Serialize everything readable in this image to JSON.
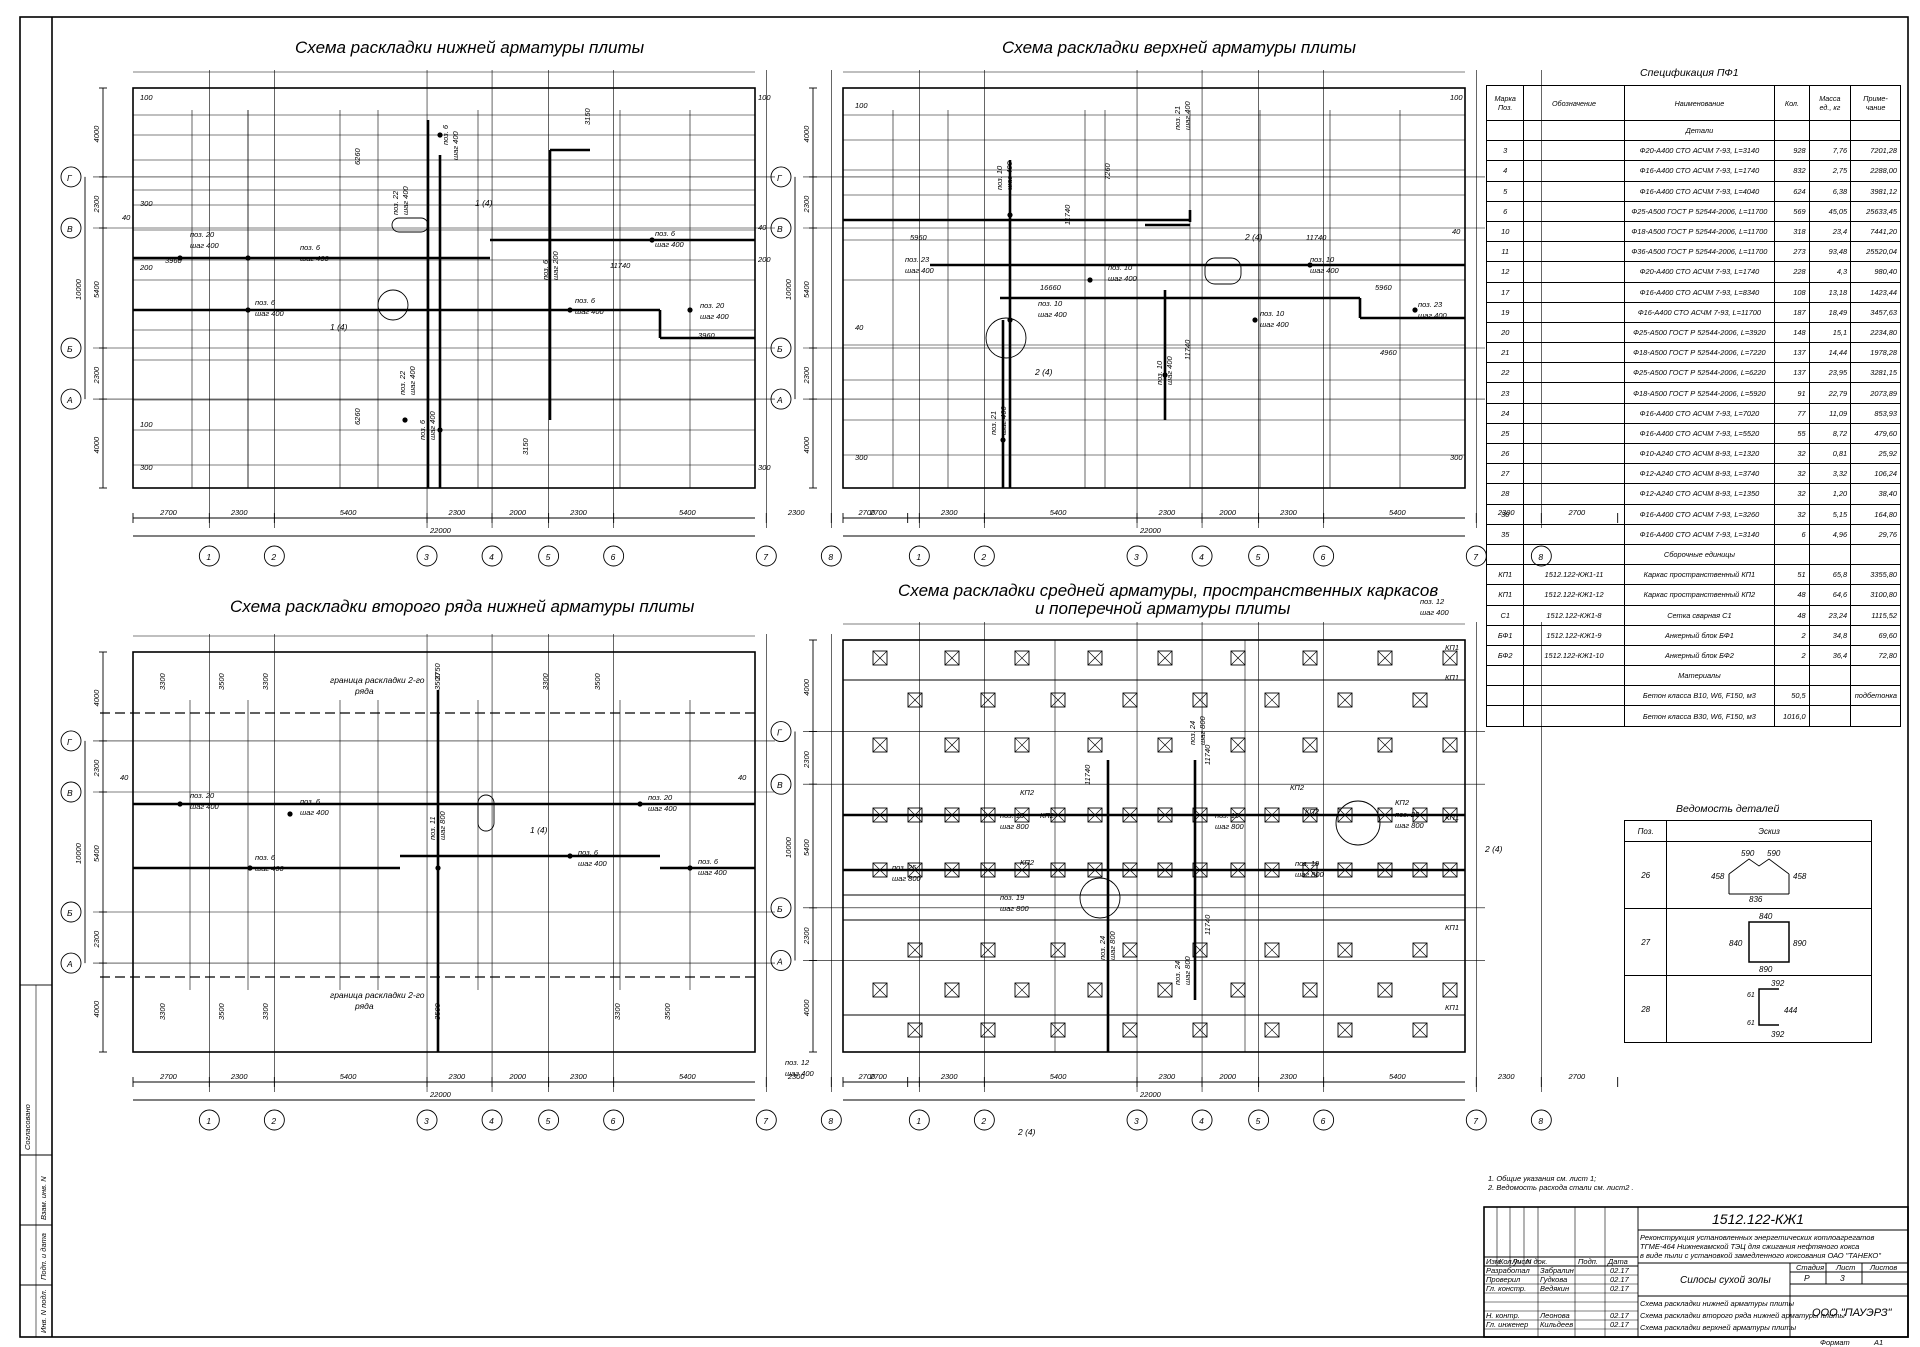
{
  "titles": {
    "bottom_reinf": "Схема раскладки нижней арматуры плиты",
    "top_reinf": "Схема раскладки верхней арматуры плиты",
    "second_row": "Схема раскладки второго ряда нижней арматуры плиты",
    "middle_reinf_1": "Схема раскладки средней арматуры, пространственных каркасов",
    "middle_reinf_2": "и поперечной арматуры плиты"
  },
  "axes": {
    "rows": [
      "Г",
      "В",
      "Б",
      "А"
    ],
    "cols": [
      "1",
      "2",
      "3",
      "4",
      "5",
      "6",
      "7",
      "8"
    ],
    "col_spacing": [
      "2700",
      "2300",
      "5400",
      "2300",
      "2000",
      "2300",
      "5400",
      "2300",
      "2700"
    ],
    "total_width": "22000",
    "row_spacing": [
      "4000",
      "2300",
      "5400",
      "2300",
      "4000"
    ],
    "total_height": "10000"
  },
  "labels": {
    "pos20": "поз. 20",
    "pos6": "поз. 6",
    "pos22": "поз. 22",
    "pos23": "поз. 23",
    "pos10": "поз. 10",
    "pos21": "поз. 21",
    "pos11": "поз. 11",
    "pos19": "поз. 19",
    "pos25": "поз. 25",
    "pos24": "поз. 24",
    "pos12": "поз. 12",
    "step400": "шаг 400",
    "step200": "шаг 200",
    "step800": "шаг 800",
    "node14": "1 (4)",
    "node24": "2 (4)",
    "kp1": "КП1",
    "kp2": "КП2",
    "border_row": "граница раскладки 2-го",
    "border_row2": "ряда",
    "d11740": "11740",
    "d3960": "3960",
    "d5960": "5960",
    "d16660": "16660",
    "d4960": "4960",
    "d6260": "6260",
    "d3150": "3150",
    "d7260": "7260",
    "d100": "100",
    "d300": "300",
    "d40": "40",
    "d200": "200",
    "d3300": "3300",
    "d3500": "3500",
    "d3750": "3750"
  },
  "spec": {
    "title": "Спецификация ПФ1",
    "headers": [
      "Марка Поз.",
      "Обозначение",
      "Наименование",
      "Кол.",
      "Масса ед., кг",
      "Приме- чание"
    ],
    "section_details": "Детали",
    "rows": [
      [
        "3",
        "",
        "Ф20-А400 СТО АСЧМ 7-93, L=3140",
        "928",
        "7,76",
        "7201,28"
      ],
      [
        "4",
        "",
        "Ф16-А400 СТО АСЧМ 7-93, L=1740",
        "832",
        "2,75",
        "2288,00"
      ],
      [
        "5",
        "",
        "Ф16-А400 СТО АСЧМ 7-93, L=4040",
        "624",
        "6,38",
        "3981,12"
      ],
      [
        "6",
        "",
        "Ф25-А500 ГОСТ Р 52544-2006, L=11700",
        "569",
        "45,05",
        "25633,45"
      ],
      [
        "10",
        "",
        "Ф18-А500 ГОСТ Р 52544-2006, L=11700",
        "318",
        "23,4",
        "7441,20"
      ],
      [
        "11",
        "",
        "Ф36-А500 ГОСТ Р 52544-2006, L=11700",
        "273",
        "93,48",
        "25520,04"
      ],
      [
        "12",
        "",
        "Ф20-А400 СТО АСЧМ 7-93, L=1740",
        "228",
        "4,3",
        "980,40"
      ],
      [
        "17",
        "",
        "Ф16-А400 СТО АСЧМ 7-93, L=8340",
        "108",
        "13,18",
        "1423,44"
      ],
      [
        "19",
        "",
        "Ф16-А400 СТО АСЧМ 7-93, L=11700",
        "187",
        "18,49",
        "3457,63"
      ],
      [
        "20",
        "",
        "Ф25-А500 ГОСТ Р 52544-2006, L=3920",
        "148",
        "15,1",
        "2234,80"
      ],
      [
        "21",
        "",
        "Ф18-А500 ГОСТ Р 52544-2006, L=7220",
        "137",
        "14,44",
        "1978,28"
      ],
      [
        "22",
        "",
        "Ф25-А500 ГОСТ Р 52544-2006, L=6220",
        "137",
        "23,95",
        "3281,15"
      ],
      [
        "23",
        "",
        "Ф18-А500 ГОСТ Р 52544-2006, L=5920",
        "91",
        "22,79",
        "2073,89"
      ],
      [
        "24",
        "",
        "Ф16-А400 СТО АСЧМ 7-93, L=7020",
        "77",
        "11,09",
        "853,93"
      ],
      [
        "25",
        "",
        "Ф16-А400 СТО АСЧМ 7-93, L=5520",
        "55",
        "8,72",
        "479,60"
      ],
      [
        "26",
        "",
        "Ф10-А240 СТО АСЧМ 8-93, L=1320",
        "32",
        "0,81",
        "25,92"
      ],
      [
        "27",
        "",
        "Ф12-А240 СТО АСЧМ 8-93, L=3740",
        "32",
        "3,32",
        "106,24"
      ],
      [
        "28",
        "",
        "Ф12-А240 СТО АСЧМ 8-93, L=1350",
        "32",
        "1,20",
        "38,40"
      ],
      [
        "30",
        "",
        "Ф16-А400 СТО АСЧМ 7-93, L=3260",
        "32",
        "5,15",
        "164,80"
      ],
      [
        "35",
        "",
        "Ф16-А400 СТО АСЧМ 7-93, L=3140",
        "6",
        "4,96",
        "29,76"
      ]
    ],
    "section_assembly": "Сборочные единицы",
    "assembly": [
      [
        "КП1",
        "1512.122-КЖ1-11",
        "Каркас пространственный КП1",
        "51",
        "65,8",
        "3355,80"
      ],
      [
        "КП1",
        "1512.122-КЖ1-12",
        "Каркас пространственный КП2",
        "48",
        "64,6",
        "3100,80"
      ],
      [
        "С1",
        "1512.122-КЖ1-8",
        "Сетка сварная С1",
        "48",
        "23,24",
        "1115,52"
      ],
      [
        "БФ1",
        "1512.122-КЖ1-9",
        "Анкерный блок БФ1",
        "2",
        "34,8",
        "69,60"
      ],
      [
        "БФ2",
        "1512.122-КЖ1-10",
        "Анкерный блок БФ2",
        "2",
        "36,4",
        "72,80"
      ]
    ],
    "section_materials": "Материалы",
    "materials": [
      [
        "",
        "",
        "Бетон класса В10, W6, F150, м3",
        "50,5",
        "",
        "подбетонка"
      ],
      [
        "",
        "",
        "Бетон класса В30, W6, F150, м3",
        "1016,0",
        "",
        ""
      ]
    ]
  },
  "vedomost": {
    "title": "Ведомость деталей",
    "headers": [
      "Поз.",
      "Эскиз"
    ],
    "rows": [
      {
        "pos": "26",
        "dims": [
          "458",
          "590",
          "590",
          "458",
          "836"
        ]
      },
      {
        "pos": "27",
        "dims": [
          "840",
          "840",
          "890",
          "890"
        ]
      },
      {
        "pos": "28",
        "dims": [
          "392",
          "61",
          "61",
          "444",
          "392"
        ]
      }
    ]
  },
  "notes": {
    "n1": "1. Общие указания см. лист 1;",
    "n2": "2. Ведомость расхода стали см. лист2 ."
  },
  "stamp": {
    "code": "1512.122-КЖ1",
    "project": [
      "Реконструкция установленных энергетических котлоагрегатов",
      "ТГМЕ-464 Нижнекамской ТЭЦ для сжигания нефтяного кокса",
      "в виде пыли с установкой замедленного коксования ОАО \"ТАНЕКО\""
    ],
    "object": "Силосы сухой золы",
    "sheets": [
      "Схема раскладки нижней арматуры плиты",
      "Схема раскладки второго ряда нижней арматуры плиты",
      "Схема раскладки верхней арматуры плиты"
    ],
    "col_headers": [
      "Изм.",
      "Кол.уч",
      "Лист",
      "N док.",
      "Подп.",
      "Дата"
    ],
    "people": [
      {
        "role": "Разработал",
        "name": "Забралин",
        "date": "02.17"
      },
      {
        "role": "Проверил",
        "name": "Гудкова",
        "date": "02.17"
      },
      {
        "role": "Гл. констр.",
        "name": "Ведякин",
        "date": "02.17"
      },
      {
        "role": "",
        "name": "",
        "date": ""
      },
      {
        "role": "Н. контр.",
        "name": "Леонова",
        "date": "02.17"
      },
      {
        "role": "Гл. инженер",
        "name": "Кильдеев",
        "date": "02.17"
      }
    ],
    "stage_label": "Стадия",
    "sheet_label": "Лист",
    "sheets_label": "Листов",
    "stage": "Р",
    "sheet": "3",
    "company": "ООО \"ПАУЭРЗ\"",
    "format_label": "Формат",
    "format": "А1"
  },
  "side": {
    "agreed": "Согласовано",
    "inv": "Взам. инв. N",
    "sign": "Подп. и дата",
    "inv_orig": "Инв. N подл."
  }
}
